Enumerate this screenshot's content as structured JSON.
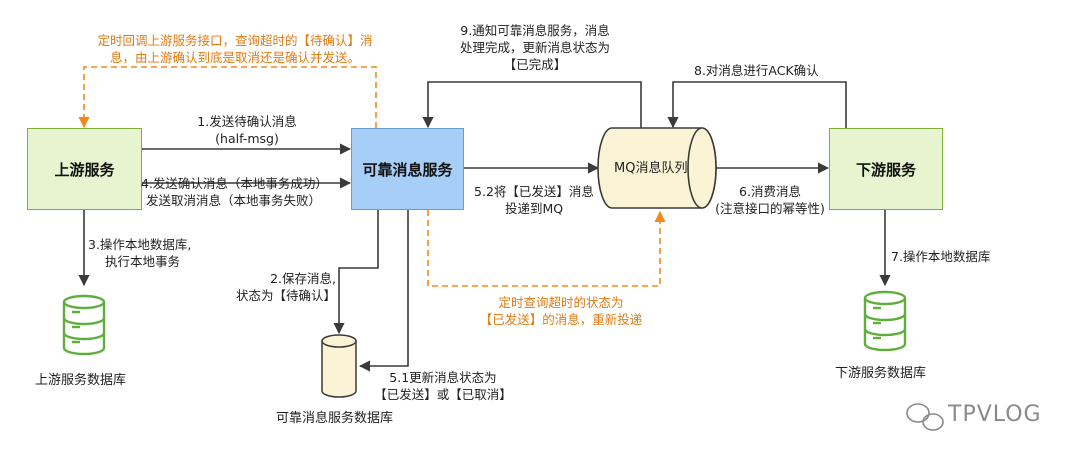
{
  "nodes": {
    "upstream": "上游服务",
    "reliable": "可靠消息服务",
    "mq": "MQ消息队列",
    "downstream": "下游服务"
  },
  "databases": {
    "upstream_db": "上游服务数据库",
    "reliable_db": "可靠消息服务数据库",
    "downstream_db": "下游服务数据库"
  },
  "labels": {
    "step1_line1": "1.发送待确认消息",
    "step1_line2": "(half-msg)",
    "step4_line1": "4.发送确认消息（本地事务成功）",
    "step4_line2": "发送取消消息（本地事务失败）",
    "step3_line1": "3.操作本地数据库,",
    "step3_line2": "执行本地事务",
    "step2_line1": "2.保存消息,",
    "step2_line2": "状态为【待确认】",
    "step51_line1": "5.1更新消息状态为",
    "step51_line2": "【已发送】或【已取消】",
    "step52_line1": "5.2将【已发送】消息",
    "step52_line2": "投递到MQ",
    "step9_line1": "9.通知可靠消息服务，消息",
    "step9_line2": "处理完成，更新消息状态为",
    "step9_line3": "【已完成】",
    "step8": "8.对消息进行ACK确认",
    "step6_line1": "6.消费消息",
    "step6_line2": "(注意接口的幂等性)",
    "step7": "7.操作本地数据库",
    "callback_line1": "定时回调上游服务接口，查询超时的【待确认】消",
    "callback_line2": "息，由上游确认到底是取消还是确认并发送。",
    "redeliver_line1": "定时查询超时的状态为",
    "redeliver_line2": "【已发送】的消息，重新投递"
  },
  "watermark": "TPVLOG",
  "colors": {
    "box_green": "#e6f5cf",
    "box_border_green": "#7fae3a",
    "box_blue": "#a7cef7",
    "arrow": "#3a3a3a",
    "dashed_orange": "#f08a1c",
    "db_green": "#5fae3c"
  }
}
